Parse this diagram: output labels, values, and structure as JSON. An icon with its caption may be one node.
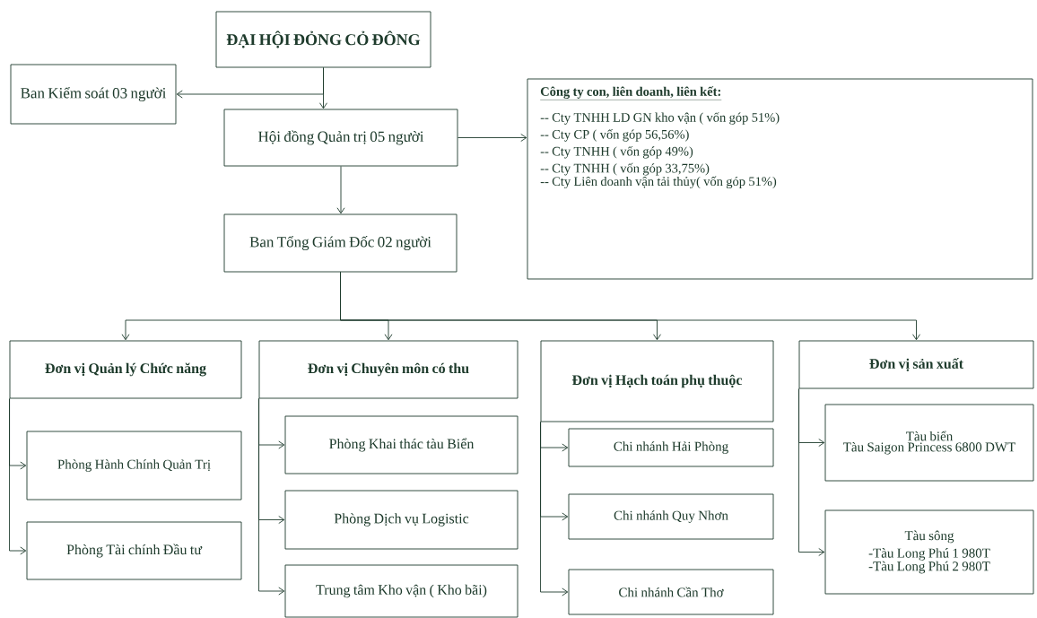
{
  "diagram": {
    "nodes": [
      {
        "text": [
          "ĐẠI HỘI ĐỎNG CỎ ĐÔNG"
        ]
      },
      {
        "text": [
          "Ban Kiểm soát 03 người"
        ]
      },
      {
        "text": [
          "Hội đồng Quản trị 05 người"
        ]
      },
      {
        "text": [
          "Ban Tổng Giám Đốc 02 người"
        ]
      },
      {
        "text": [
          "Công ty con, liên doanh, liên kết:",
          "-- Cty TNHH LD GN kho vận ( vốn góp 51%)",
          "-- Cty CP ( vốn góp 56,56%)",
          "-- Cty TNHH ( vốn góp 49%)",
          "-- Cty TNHH ( vốn góp 33,75%)",
          "-- Cty Liên doanh vận tải thủy( vốn góp 51%)"
        ]
      },
      {
        "text": [
          "Đơn vị Quản lý Chức năng"
        ]
      },
      {
        "text": [
          "Đơn vị Chuyên môn có thu"
        ]
      },
      {
        "text": [
          "Đơn vị Hạch toán phụ thuộc"
        ]
      },
      {
        "text": [
          "Đơn vị sản xuất"
        ]
      },
      {
        "text": [
          "Phòng Hành Chính Quản Trị"
        ]
      },
      {
        "text": [
          "Phòng Tài chính Đầu tư"
        ]
      },
      {
        "text": [
          "Phòng Khai thác tàu Biển"
        ]
      },
      {
        "text": [
          "Phòng Dịch vụ Logistic"
        ]
      },
      {
        "text": [
          "Trung tâm Kho vận ( Kho bãi)"
        ]
      },
      {
        "text": [
          "Chi nhánh Hải Phòng"
        ]
      },
      {
        "text": [
          "Chi nhánh Quy Nhơn"
        ]
      },
      {
        "text": [
          "Chi nhánh Cần Thơ"
        ]
      },
      {
        "text": [
          "Tàu biển",
          "Tàu Saigon Princess 6800 DWT"
        ]
      },
      {
        "text": [
          "Tàu sông",
          "-Tàu Long Phú 1 980T",
          "-Tàu Long Phú 2 980T"
        ]
      }
    ],
    "edges": [
      {
        "from": 0,
        "to": 1,
        "arrow": "to"
      },
      {
        "from": 0,
        "to": 2,
        "arrow": "to"
      },
      {
        "from": 2,
        "to": 4,
        "arrow": "to"
      },
      {
        "from": 2,
        "to": 3,
        "arrow": "to"
      },
      {
        "from": 3,
        "to": 5,
        "arrow": "to"
      },
      {
        "from": 3,
        "to": 6,
        "arrow": "to"
      },
      {
        "from": 3,
        "to": 7,
        "arrow": "to"
      },
      {
        "from": 3,
        "to": 8,
        "arrow": "to"
      },
      {
        "from": 5,
        "to": 9,
        "arrow": "to"
      },
      {
        "from": 5,
        "to": 10,
        "arrow": "to"
      },
      {
        "from": 6,
        "to": 11,
        "arrow": "to"
      },
      {
        "from": 6,
        "to": 12,
        "arrow": "to"
      },
      {
        "from": 6,
        "to": 13,
        "arrow": "to"
      },
      {
        "from": 7,
        "to": 14,
        "arrow": "to"
      },
      {
        "from": 7,
        "to": 15,
        "arrow": "to"
      },
      {
        "from": 7,
        "to": 16,
        "arrow": "to"
      },
      {
        "from": 8,
        "to": 17,
        "arrow": "to"
      },
      {
        "from": 8,
        "to": 18,
        "arrow": "to"
      }
    ]
  }
}
